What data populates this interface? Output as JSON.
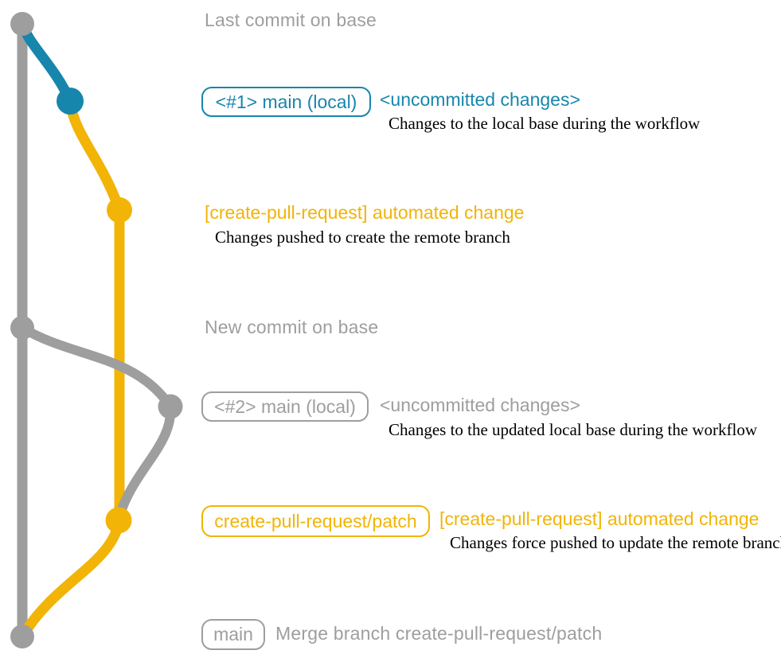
{
  "colors": {
    "gray": "#9e9e9e",
    "teal": "#1786ad",
    "yellow": "#f1b407",
    "ink": "#000000"
  },
  "rows": {
    "last_commit": {
      "heading": "Last commit on base"
    },
    "workflow1": {
      "badge": "<#1> main (local)",
      "status": "<uncommitted changes>",
      "description": "Changes to the local base during the workflow"
    },
    "push1": {
      "message": "[create-pull-request] automated change",
      "description": "Changes pushed to create the remote branch"
    },
    "new_commit": {
      "heading": "New commit on base"
    },
    "workflow2": {
      "badge": "<#2> main (local)",
      "status": "<uncommitted changes>",
      "description": "Changes to the updated local base during the workflow"
    },
    "push2": {
      "badge": "create-pull-request/patch",
      "message": "[create-pull-request] automated change",
      "description": "Changes force pushed to update the remote branch"
    },
    "merge": {
      "badge": "main",
      "message": "Merge branch create-pull-request/patch"
    }
  },
  "graph": {
    "branches": [
      "base",
      "main-local",
      "create-pull-request/patch"
    ],
    "commit_count": 7
  }
}
